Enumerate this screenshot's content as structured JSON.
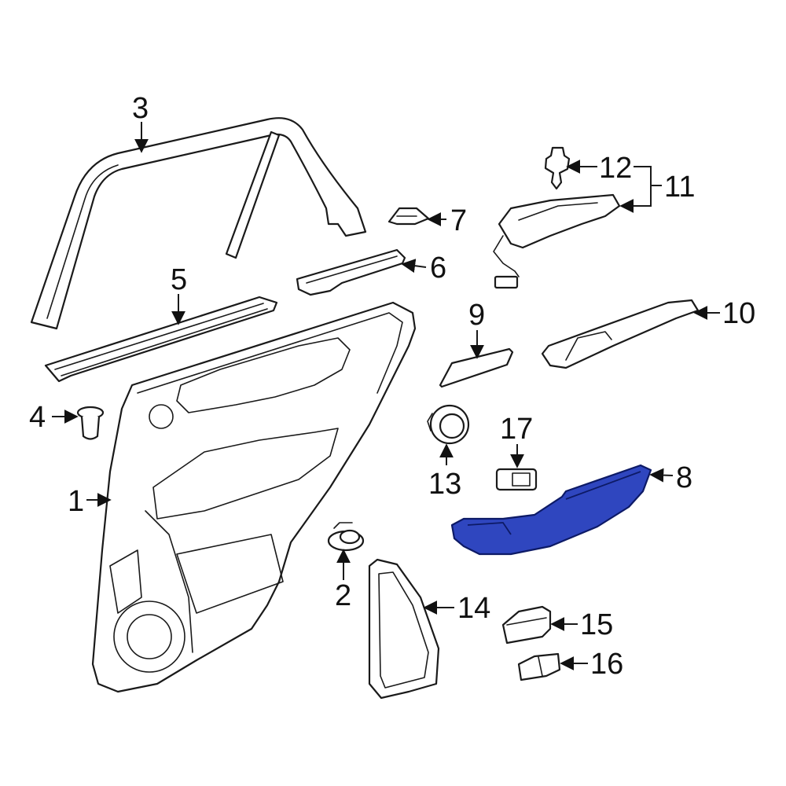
{
  "diagram": {
    "highlight_color": "#2f46bf",
    "callouts": [
      {
        "id": "1",
        "label": "1"
      },
      {
        "id": "2",
        "label": "2"
      },
      {
        "id": "3",
        "label": "3"
      },
      {
        "id": "4",
        "label": "4"
      },
      {
        "id": "5",
        "label": "5"
      },
      {
        "id": "6",
        "label": "6"
      },
      {
        "id": "7",
        "label": "7"
      },
      {
        "id": "8",
        "label": "8"
      },
      {
        "id": "9",
        "label": "9"
      },
      {
        "id": "10",
        "label": "10"
      },
      {
        "id": "11",
        "label": "11"
      },
      {
        "id": "12",
        "label": "12"
      },
      {
        "id": "13",
        "label": "13"
      },
      {
        "id": "14",
        "label": "14"
      },
      {
        "id": "15",
        "label": "15"
      },
      {
        "id": "16",
        "label": "16"
      },
      {
        "id": "17",
        "label": "17"
      }
    ]
  }
}
